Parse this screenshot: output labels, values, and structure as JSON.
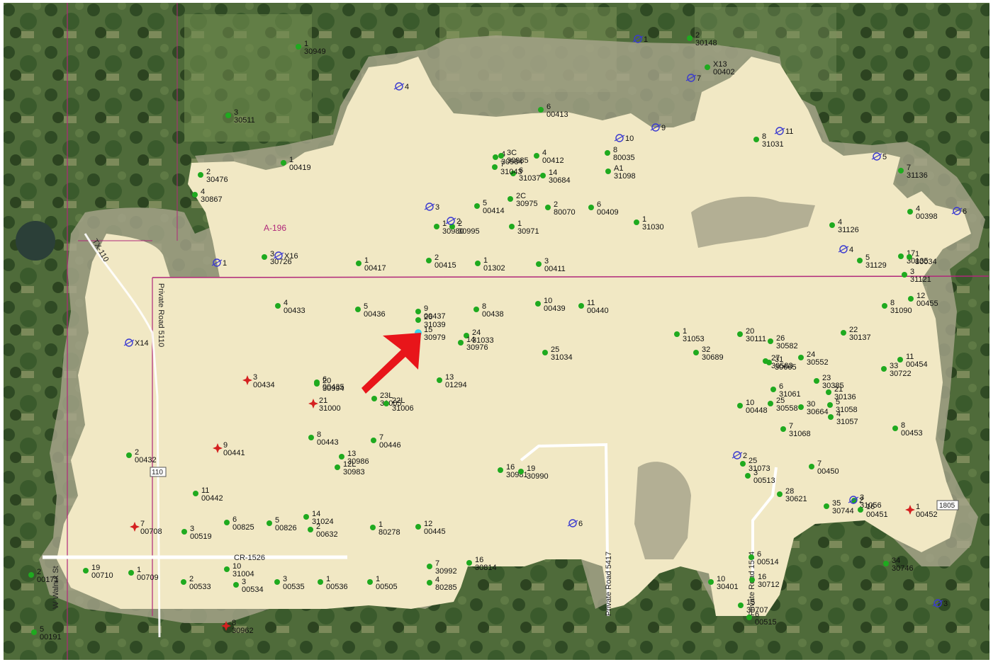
{
  "map": {
    "abstract_label": "A-196",
    "colors": {
      "satellite_base": "#4f6b3a",
      "satellite_dark": "#2f4a24",
      "buffer_zone": "#a8a58c",
      "unit_area": "#f1e8c4",
      "producing_well": "#1faa1f",
      "permitted_location": "#d42020",
      "dry_hole": "#3a3ad0",
      "survey_line": "#b0287a",
      "highlight_well": "#35d6f0",
      "arrow": "#e8151a"
    },
    "roads": [
      {
        "label": "Private Road 5110"
      },
      {
        "label": "TX-110"
      },
      {
        "label": "CR-1526"
      },
      {
        "label": "Private Road 5417"
      },
      {
        "label": "W Walnut St"
      },
      {
        "label": "Private Road 1504"
      }
    ],
    "shields": [
      {
        "label": "110"
      },
      {
        "label": "1805"
      }
    ],
    "wells": [
      {
        "number": "9",
        "api": "00437",
        "type": "producing"
      },
      {
        "number": "26",
        "api": "31039",
        "type": "producing"
      },
      {
        "number": "15",
        "api": "30979",
        "type": "highlight"
      },
      {
        "number": "24",
        "api": "31033",
        "type": "producing"
      },
      {
        "number": "14",
        "api": "30976",
        "type": "producing"
      },
      {
        "number": "8",
        "api": "00438",
        "type": "producing"
      },
      {
        "number": "5",
        "api": "00436",
        "type": "producing"
      },
      {
        "number": "4",
        "api": "00433",
        "type": "producing"
      },
      {
        "number": "10",
        "api": "00439",
        "type": "producing"
      },
      {
        "number": "11",
        "api": "00440",
        "type": "producing"
      },
      {
        "number": "25",
        "api": "31034",
        "type": "producing"
      },
      {
        "number": "13",
        "api": "01294",
        "type": "producing"
      },
      {
        "number": "23L",
        "api": "31005",
        "type": "producing"
      },
      {
        "number": "22L",
        "api": "31006",
        "type": "producing"
      },
      {
        "number": "6",
        "api": "00435",
        "type": "producing"
      },
      {
        "number": "20",
        "api": "30994",
        "type": "producing"
      },
      {
        "number": "21",
        "api": "31000",
        "type": "permit"
      },
      {
        "number": "3",
        "api": "00434",
        "type": "permit"
      },
      {
        "number": "8",
        "api": "00443",
        "type": "producing"
      },
      {
        "number": "7",
        "api": "00446",
        "type": "producing"
      },
      {
        "number": "9",
        "api": "00441",
        "type": "permit"
      },
      {
        "number": "13",
        "api": "30986",
        "type": "producing"
      },
      {
        "number": "12L",
        "api": "30983",
        "type": "producing"
      },
      {
        "number": "16",
        "api": "30981",
        "type": "producing"
      },
      {
        "number": "19",
        "api": "30990",
        "type": "producing"
      },
      {
        "number": "2",
        "api": "00432",
        "type": "producing"
      },
      {
        "number": "11",
        "api": "00442",
        "type": "producing"
      },
      {
        "number": "7",
        "api": "00708",
        "type": "permit"
      },
      {
        "number": "3",
        "api": "00519",
        "type": "producing"
      },
      {
        "number": "6",
        "api": "00825",
        "type": "producing"
      },
      {
        "number": "5",
        "api": "00826",
        "type": "producing"
      },
      {
        "number": "14",
        "api": "31024",
        "type": "producing"
      },
      {
        "number": "2",
        "api": "00632",
        "type": "producing"
      },
      {
        "number": "1",
        "api": "80278",
        "type": "producing"
      },
      {
        "number": "12",
        "api": "00445",
        "type": "producing"
      },
      {
        "number": "19",
        "api": "00710",
        "type": "producing"
      },
      {
        "number": "1",
        "api": "00709",
        "type": "producing"
      },
      {
        "number": "2",
        "api": "00533",
        "type": "producing"
      },
      {
        "number": "10",
        "api": "31004",
        "type": "producing"
      },
      {
        "number": "3",
        "api": "00534",
        "type": "producing"
      },
      {
        "number": "3",
        "api": "00535",
        "type": "producing"
      },
      {
        "number": "1",
        "api": "00536",
        "type": "producing"
      },
      {
        "number": "1",
        "api": "00505",
        "type": "producing"
      },
      {
        "number": "4",
        "api": "80285",
        "type": "producing"
      },
      {
        "number": "7",
        "api": "30992",
        "type": "producing"
      },
      {
        "number": "16",
        "api": "30814",
        "type": "producing"
      },
      {
        "number": "2",
        "api": "00171",
        "type": "producing"
      },
      {
        "number": "1",
        "api": "00417",
        "type": "producing"
      },
      {
        "number": "2",
        "api": "00415",
        "type": "producing"
      },
      {
        "number": "1",
        "api": "01302",
        "type": "producing"
      },
      {
        "number": "3",
        "api": "00411",
        "type": "producing"
      },
      {
        "number": "3",
        "api": "30726",
        "type": "producing"
      },
      {
        "number": "1",
        "api": "00419",
        "type": "producing"
      },
      {
        "number": "2",
        "api": "30476",
        "type": "producing"
      },
      {
        "number": "4",
        "api": "30867",
        "type": "producing"
      },
      {
        "number": "4",
        "api": "30984",
        "type": "producing"
      },
      {
        "number": "3C",
        "api": "30985",
        "type": "producing"
      },
      {
        "number": "4",
        "api": "00412",
        "type": "producing"
      },
      {
        "number": "6",
        "api": "31037",
        "type": "producing"
      },
      {
        "number": "14",
        "api": "30684",
        "type": "producing"
      },
      {
        "number": "7",
        "api": "31043",
        "type": "producing"
      },
      {
        "number": "2C",
        "api": "30975",
        "type": "producing"
      },
      {
        "number": "5",
        "api": "00414",
        "type": "producing"
      },
      {
        "number": "2",
        "api": "80070",
        "type": "producing"
      },
      {
        "number": "6",
        "api": "00409",
        "type": "producing"
      },
      {
        "number": "1",
        "api": "31030",
        "type": "producing"
      },
      {
        "number": "1",
        "api": "30971",
        "type": "producing"
      },
      {
        "number": "1",
        "api": "30980",
        "type": "producing"
      },
      {
        "number": "2",
        "api": "30995",
        "type": "producing"
      },
      {
        "number": "8",
        "api": "80035",
        "type": "producing"
      },
      {
        "number": "A1",
        "api": "31098",
        "type": "producing"
      },
      {
        "number": "6",
        "api": "00413",
        "type": "producing"
      },
      {
        "number": "X13",
        "api": "00402",
        "type": "producing"
      },
      {
        "number": "8",
        "api": "31031",
        "type": "producing"
      },
      {
        "number": "2",
        "api": "30148",
        "type": "producing"
      },
      {
        "number": "3",
        "api": "30511",
        "type": "producing"
      },
      {
        "number": "1",
        "api": "30949",
        "type": "producing"
      },
      {
        "number": "1",
        "api": "31053",
        "type": "producing"
      },
      {
        "number": "32",
        "api": "30689",
        "type": "producing"
      },
      {
        "number": "20",
        "api": "30111",
        "type": "producing"
      },
      {
        "number": "26",
        "api": "30582",
        "type": "producing"
      },
      {
        "number": "27",
        "api": "30583",
        "type": "producing"
      },
      {
        "number": "31",
        "api": "30665",
        "type": "producing"
      },
      {
        "number": "24",
        "api": "30552",
        "type": "producing"
      },
      {
        "number": "6",
        "api": "31061",
        "type": "producing"
      },
      {
        "number": "23",
        "api": "30385",
        "type": "producing"
      },
      {
        "number": "21",
        "api": "30136",
        "type": "producing"
      },
      {
        "number": "10",
        "api": "00448",
        "type": "producing"
      },
      {
        "number": "25",
        "api": "30558",
        "type": "producing"
      },
      {
        "number": "30",
        "api": "30664",
        "type": "producing"
      },
      {
        "number": "5",
        "api": "31058",
        "type": "producing"
      },
      {
        "number": "4",
        "api": "31057",
        "type": "producing"
      },
      {
        "number": "7",
        "api": "31068",
        "type": "producing"
      },
      {
        "number": "22",
        "api": "30137",
        "type": "producing"
      },
      {
        "number": "33",
        "api": "30722",
        "type": "producing"
      },
      {
        "number": "11",
        "api": "00454",
        "type": "producing"
      },
      {
        "number": "8",
        "api": "00453",
        "type": "producing"
      },
      {
        "number": "8",
        "api": "31090",
        "type": "producing"
      },
      {
        "number": "12",
        "api": "00455",
        "type": "producing"
      },
      {
        "number": "17",
        "api": "30135",
        "type": "producing"
      },
      {
        "number": "1",
        "api": "80034",
        "type": "producing"
      },
      {
        "number": "5",
        "api": "31129",
        "type": "producing"
      },
      {
        "number": "3",
        "api": "31121",
        "type": "producing"
      },
      {
        "number": "4",
        "api": "31126",
        "type": "producing"
      },
      {
        "number": "4",
        "api": "00398",
        "type": "producing"
      },
      {
        "number": "7",
        "api": "31136",
        "type": "producing"
      },
      {
        "number": "25",
        "api": "31073",
        "type": "producing"
      },
      {
        "number": "3",
        "api": "00513",
        "type": "producing"
      },
      {
        "number": "7",
        "api": "00450",
        "type": "producing"
      },
      {
        "number": "28",
        "api": "30621",
        "type": "producing"
      },
      {
        "number": "3",
        "api": "31056",
        "type": "producing"
      },
      {
        "number": "35",
        "api": "30744",
        "type": "producing"
      },
      {
        "number": "16",
        "api": "00451",
        "type": "producing"
      },
      {
        "number": "1",
        "api": "00452",
        "type": "permit"
      },
      {
        "number": "34",
        "api": "30746",
        "type": "producing"
      },
      {
        "number": "6",
        "api": "00514",
        "type": "producing"
      },
      {
        "number": "16",
        "api": "30712",
        "type": "producing"
      },
      {
        "number": "10",
        "api": "30401",
        "type": "producing"
      },
      {
        "number": "15",
        "api": "30707",
        "type": "producing"
      },
      {
        "number": "6",
        "api": "00515",
        "type": "producing"
      },
      {
        "number": "5",
        "api": "00191",
        "type": "producing"
      },
      {
        "number": "8",
        "api": "30962",
        "type": "permit"
      }
    ],
    "symbols": [
      {
        "label": "4"
      },
      {
        "label": "3"
      },
      {
        "label": "2"
      },
      {
        "label": "1"
      },
      {
        "label": "X16"
      },
      {
        "label": "X14"
      },
      {
        "label": "10"
      },
      {
        "label": "11"
      },
      {
        "label": "9"
      },
      {
        "label": "7"
      },
      {
        "label": "1"
      },
      {
        "label": "4"
      },
      {
        "label": "2"
      },
      {
        "label": "6"
      },
      {
        "label": "2"
      },
      {
        "label": "3"
      },
      {
        "label": "5"
      },
      {
        "label": "6"
      }
    ]
  }
}
